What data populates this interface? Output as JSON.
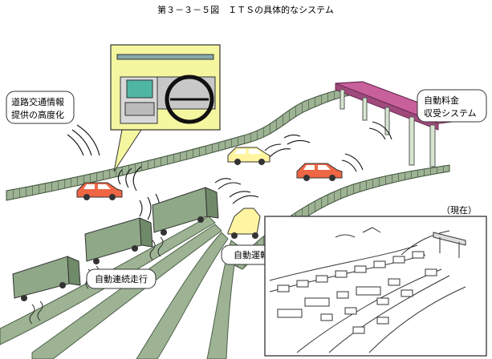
{
  "figure": {
    "title": "第３－３－５図　ＩＴＳの具体的なシステム"
  },
  "labels": {
    "advanced_road_info": [
      "道路交通情報",
      "提供の高度化"
    ],
    "auto_toll": [
      "自動料金",
      "収受システム"
    ],
    "auto_driving": "自動運転",
    "continuous_driving": "自動連続走行",
    "current": "（現在）"
  },
  "colors": {
    "road": "#9db394",
    "road_edge": "#4d5f48",
    "red_car": "#ee6644",
    "yellow_car": "#fff5a0",
    "truck": "#8fa887",
    "gantry_top": "#c8609c",
    "inset_bg": "#f4f7a0",
    "screen": "#4fb6a4"
  },
  "icons": {
    "broadcast": "signal-waves-icon",
    "car": "car-icon",
    "truck": "truck-icon",
    "gantry": "toll-gate-icon"
  }
}
